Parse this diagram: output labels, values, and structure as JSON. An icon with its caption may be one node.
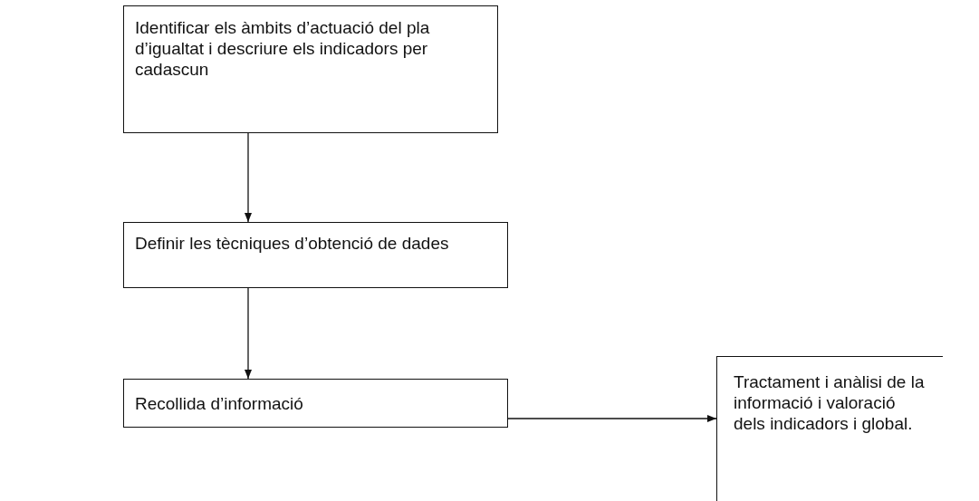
{
  "diagram": {
    "nodes": [
      {
        "text": [
          "Identificar els àmbits d’actuació del pla d’igualtat i descriure els indicadors per cadascun"
        ]
      },
      {
        "text": [
          "Definir les tècniques d’obtenció de dades"
        ]
      },
      {
        "text": [
          "Recollida d’informació"
        ]
      },
      {
        "text": [
          "Tractament i anàlisi de la informació i valoració dels indicadors i global."
        ]
      }
    ],
    "edges": [
      {
        "from": 0,
        "to": 1,
        "arrow": "to"
      },
      {
        "from": 1,
        "to": 2,
        "arrow": "to"
      },
      {
        "from": 2,
        "to": 3,
        "arrow": "to"
      }
    ]
  }
}
